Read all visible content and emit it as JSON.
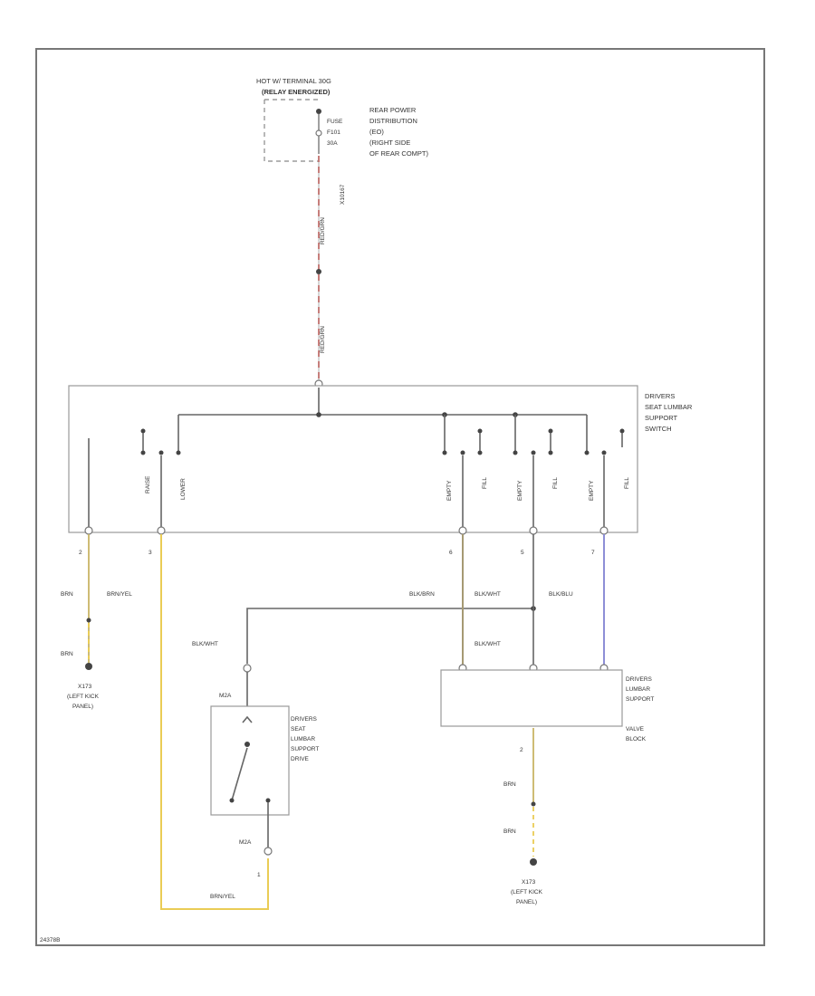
{
  "power": {
    "header_line1": "HOT W/ TERMINAL 30G",
    "header_line2": "(RELAY ENERGIZED)",
    "fuse_lines": [
      "FUSE",
      "F101",
      "30A"
    ],
    "rear_dist_lines": [
      "REAR POWER",
      "DISTRIBUTION",
      "(EO)",
      "(RIGHT SIDE",
      "OF REAR COMPT)"
    ],
    "wire_code": "RED/GRN",
    "splice_code": "X10167"
  },
  "switch": {
    "label_lines": [
      "DRIVERS",
      "SEAT LUMBAR",
      "SUPPORT",
      "SWITCH"
    ],
    "contacts": [
      "RAISE",
      "LOWER",
      "EMPTY",
      "FILL",
      "EMPTY",
      "FILL",
      "EMPTY",
      "FILL"
    ],
    "pins": [
      "2",
      "3",
      "6",
      "5",
      "7"
    ]
  },
  "wires": {
    "brn": "BRN",
    "brn_yel": "BRN/YEL",
    "blk_brn": "BLK/BRN",
    "blk_wht": "BLK/WHT",
    "blk_blu": "BLK/BLU"
  },
  "ground_left": {
    "lines": [
      "X173",
      "(LEFT KICK",
      "PANEL)"
    ]
  },
  "ground_right": {
    "lines": [
      "X173",
      "(LEFT KICK",
      "PANEL)"
    ]
  },
  "drive": {
    "label_lines": [
      "DRIVERS",
      "SEAT",
      "LUMBAR",
      "SUPPORT",
      "DRIVE"
    ],
    "connector_top": "M2A",
    "connector_bottom": "M2A",
    "pin_bottom": "1"
  },
  "valve": {
    "label_lines": [
      "DRIVERS",
      "LUMBAR",
      "SUPPORT",
      "VALVE",
      "BLOCK"
    ],
    "pin": "2"
  },
  "footer": {
    "code": "24378B"
  },
  "colors": {
    "red_wire": "#e0524a",
    "yellow_wire": "#eacc55",
    "tan_wire": "#b9a872",
    "blue_wire": "#8e8fd6",
    "gray_wire": "#666666"
  }
}
